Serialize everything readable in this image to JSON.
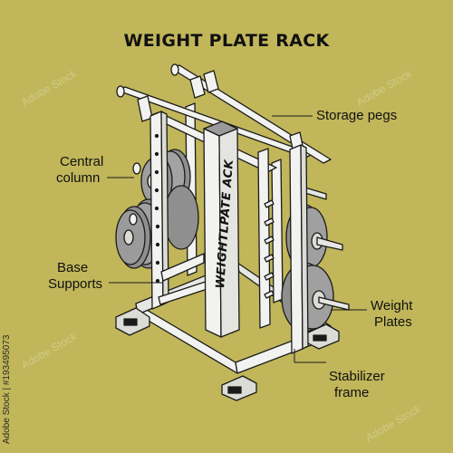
{
  "title": "WEIGHT PLATE RACK",
  "column_text": "WEIGHTLPATE ACK",
  "labels": {
    "storage_pegs": "Storage pegs",
    "central_column_1": "Central",
    "central_column_2": "column",
    "base_supports_1": "Base",
    "base_supports_2": "Supports",
    "weight_plates_1": "Weight",
    "weight_plates_2": "Plates",
    "stabilizer_frame_1": "Stabilizer",
    "stabilizer_frame_2": "frame"
  },
  "stock_id": "Adobe Stock | #193495073",
  "watermark": "Adobe Stock",
  "colors": {
    "background": "#c1b65a",
    "frame": "#f2f2f0",
    "outline": "#1a1a1a",
    "plate": "#8f8f8f",
    "plate_dark": "#6e6e6e"
  }
}
